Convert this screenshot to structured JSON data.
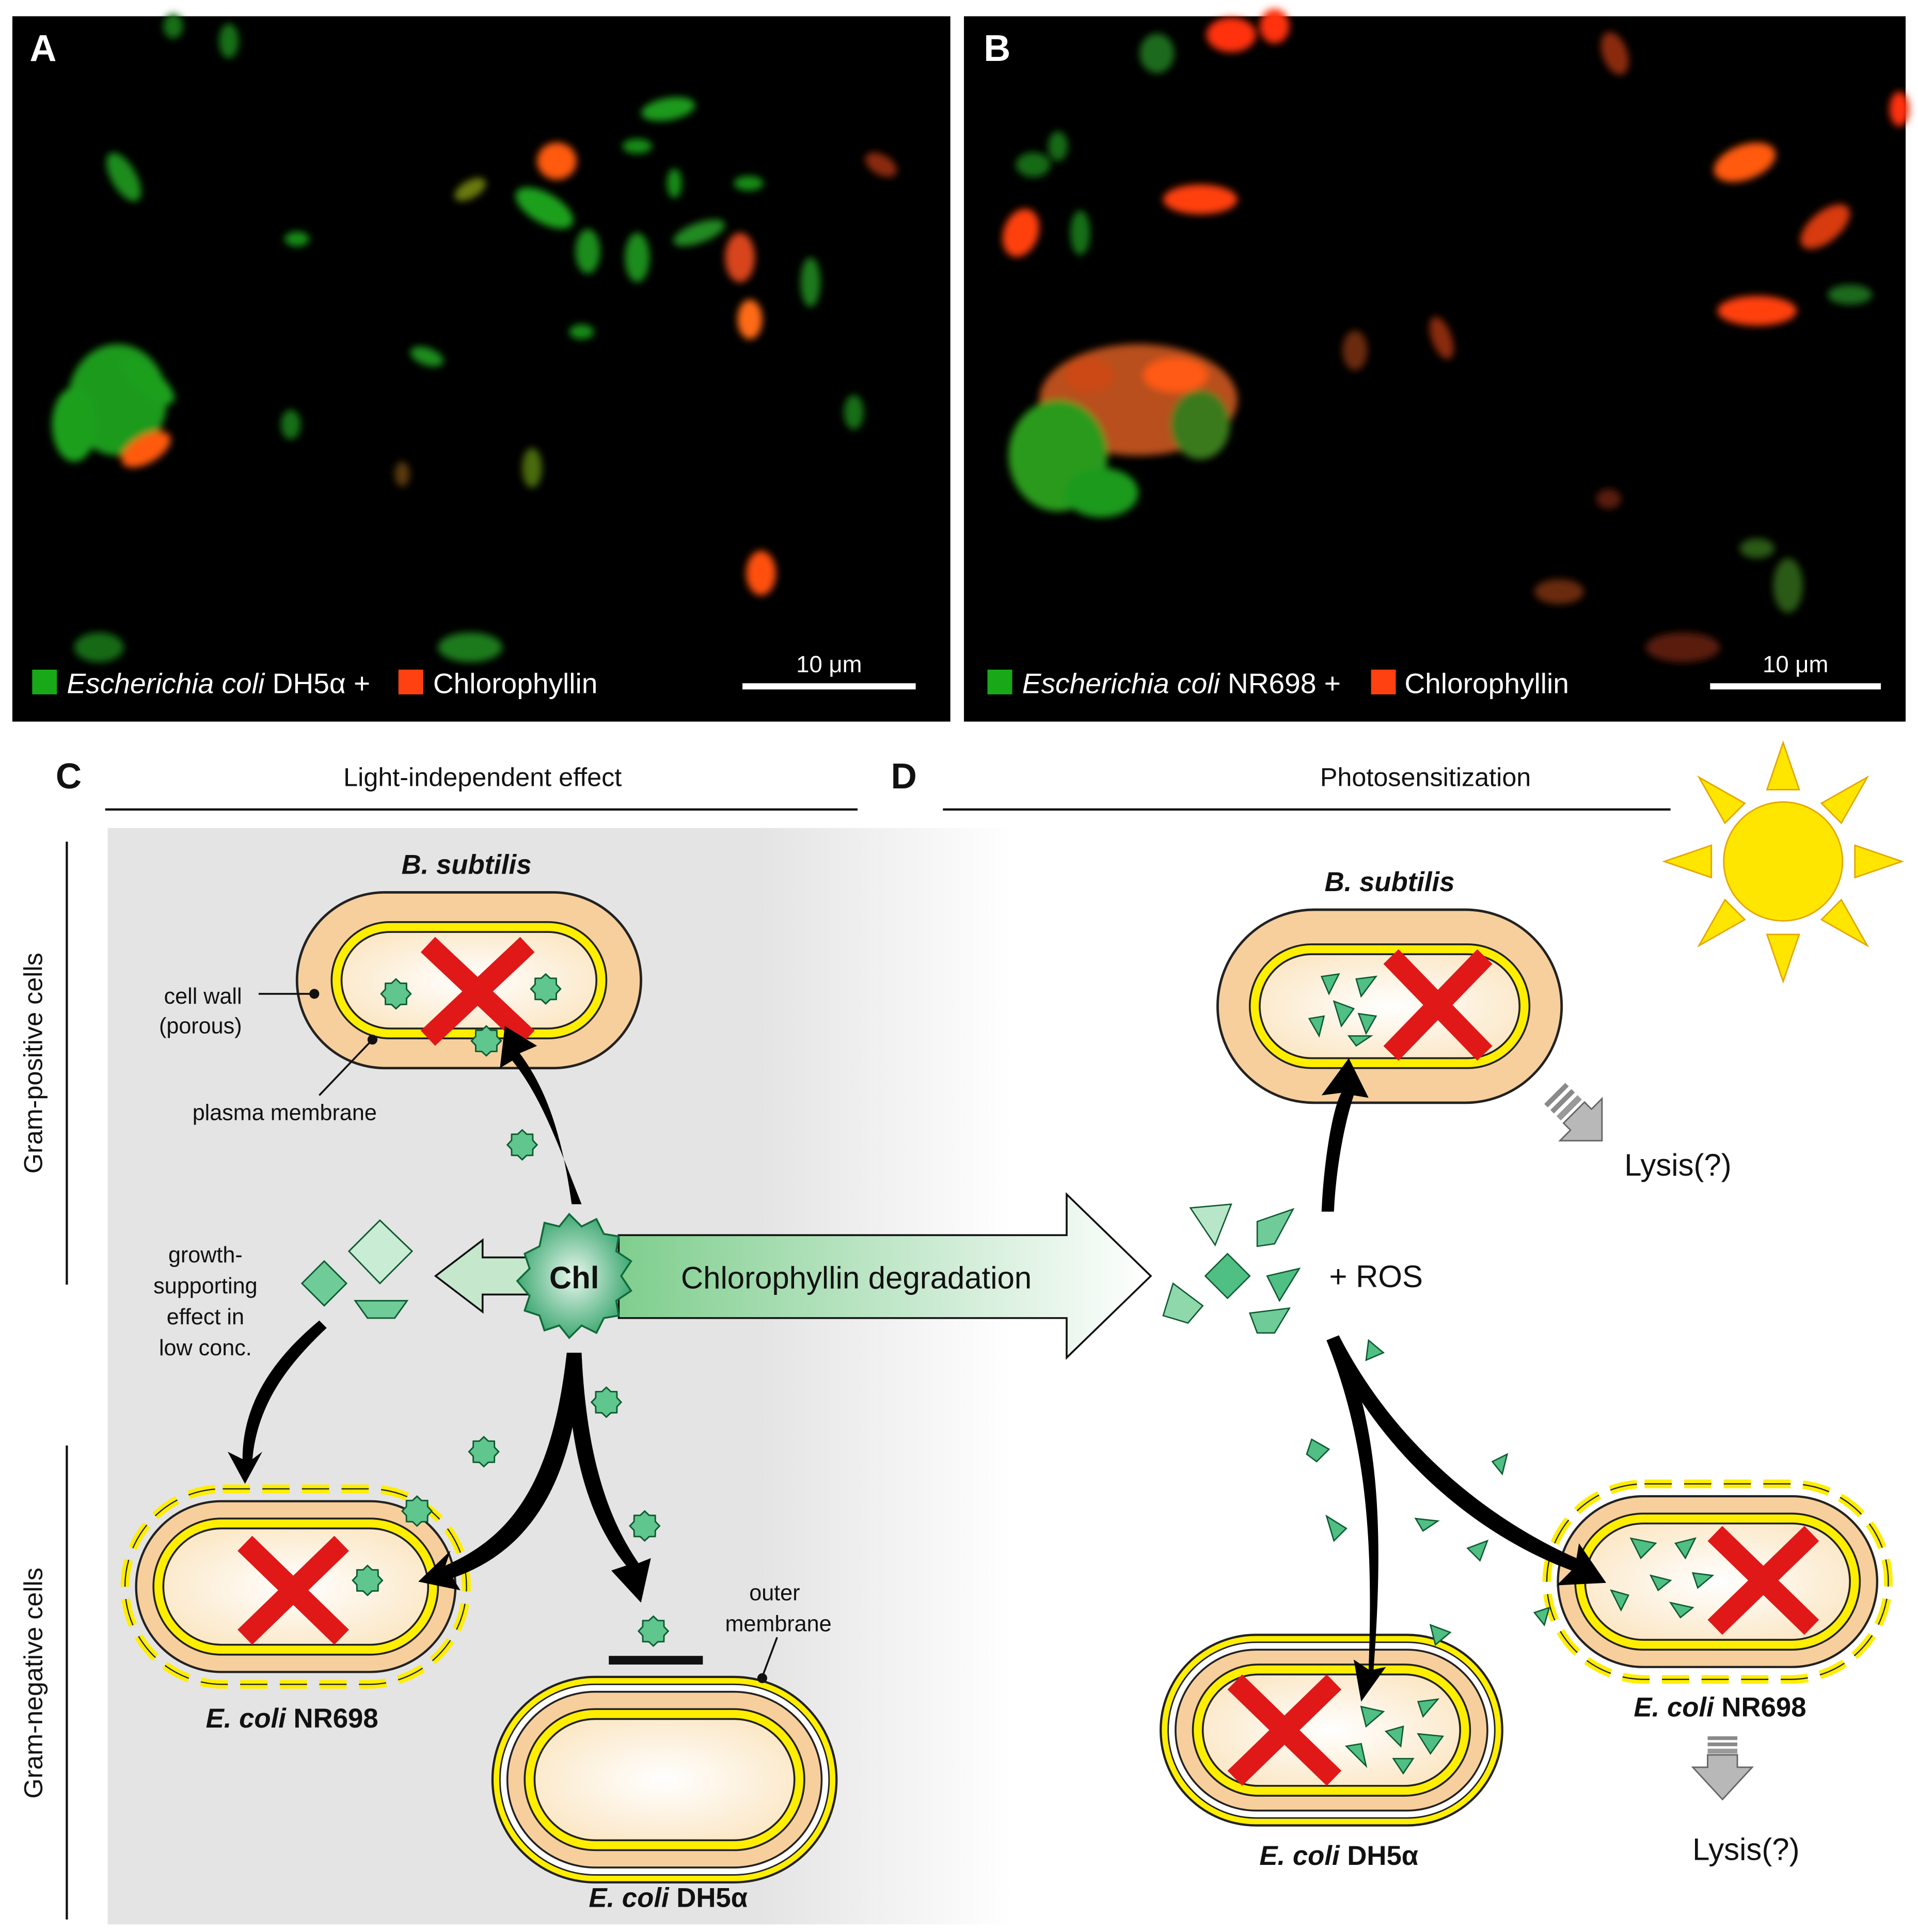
{
  "panels": {
    "A": {
      "letter": "A",
      "legend": {
        "species": "Escherichia coli",
        "strain": "DH5α",
        "plus": "+",
        "stain": "Chlorophyllin"
      },
      "scalebar": "10 μm"
    },
    "B": {
      "letter": "B",
      "legend": {
        "species": "Escherichia coli",
        "strain": "NR698",
        "plus": "+",
        "stain": "Chlorophyllin"
      },
      "scalebar": "10 μm"
    },
    "C": {
      "letter": "C",
      "heading": "Light-independent effect"
    },
    "D": {
      "letter": "D",
      "heading": "Photosensitization"
    }
  },
  "side_labels": {
    "gram_positive": "Gram-positive cells",
    "gram_negative": "Gram-negative cells"
  },
  "panel_c": {
    "bsub": {
      "genus": "B.",
      "species": "subtilis"
    },
    "cell_wall_1": "cell wall",
    "cell_wall_2": "(porous)",
    "plasma_membrane": "plasma membrane",
    "growth": [
      "growth-",
      "supporting",
      "effect in",
      "low conc."
    ],
    "chl": "Chl",
    "degradation": "Chlorophyllin degradation",
    "nr698": {
      "genus": "E. coli",
      "strain": "NR698"
    },
    "dh5a": {
      "genus": "E. coli",
      "strain": "DH5α"
    },
    "outer_membrane_1": "outer",
    "outer_membrane_2": "membrane"
  },
  "panel_d": {
    "bsub": {
      "genus": "B.",
      "species": "subtilis"
    },
    "ros": "+ ROS",
    "lysis_1": "Lysis(?)",
    "lysis_2": "Lysis(?)",
    "nr698": {
      "genus": "E. coli",
      "strain": "NR698"
    },
    "dh5a": {
      "genus": "E. coli",
      "strain": "DH5α"
    }
  },
  "colors": {
    "green_fluor": "#18a818",
    "red_fluor": "#ff4010",
    "cell_wall": "#f7cf9c",
    "membrane": "#ffee00",
    "cytoplasm": "#fff6e3",
    "cross": "#e01818",
    "chl": "#2aa86a",
    "sun": "#ffe600",
    "gray_box": "#e4e4e4"
  }
}
